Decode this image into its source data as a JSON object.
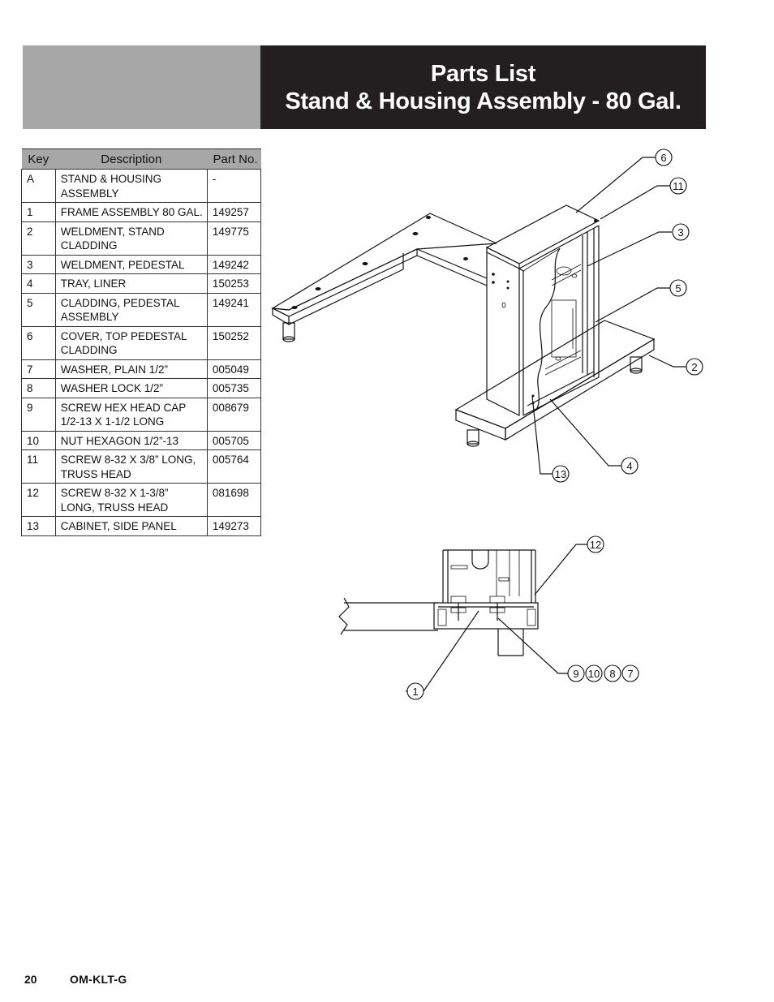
{
  "header": {
    "title_line1": "Parts List",
    "title_line2": "Stand & Housing Assembly - 80 Gal."
  },
  "table": {
    "columns": [
      "Key",
      "Description",
      "Part No."
    ],
    "rows": [
      {
        "key": "A",
        "description": "STAND & HOUSING ASSEMBLY",
        "part": "-"
      },
      {
        "key": "1",
        "description": "FRAME ASSEMBLY 80 GAL.",
        "part": "149257"
      },
      {
        "key": "2",
        "description": "WELDMENT, STAND CLADDING",
        "part": "149775"
      },
      {
        "key": "3",
        "description": "WELDMENT, PEDESTAL",
        "part": "149242"
      },
      {
        "key": "4",
        "description": "TRAY, LINER",
        "part": "150253"
      },
      {
        "key": "5",
        "description": "CLADDING, PEDESTAL ASSEMBLY",
        "part": "149241"
      },
      {
        "key": "6",
        "description": "COVER, TOP PEDESTAL CLADDING",
        "part": "150252"
      },
      {
        "key": "7",
        "description": "WASHER, PLAIN 1/2”",
        "part": "005049"
      },
      {
        "key": "8",
        "description": "WASHER LOCK 1/2”",
        "part": "005735"
      },
      {
        "key": "9",
        "description": "SCREW HEX HEAD CAP 1/2-13 X 1-1/2 LONG",
        "part": "008679"
      },
      {
        "key": "10",
        "description": "NUT HEXAGON 1/2”-13",
        "part": "005705"
      },
      {
        "key": "11",
        "description": "SCREW 8-32 X 3/8” LONG, TRUSS HEAD",
        "part": "005764"
      },
      {
        "key": "12",
        "description": "SCREW 8-32 X 1-3/8” LONG, TRUSS HEAD",
        "part": "081698"
      },
      {
        "key": "13",
        "description": "CABINET, SIDE PANEL",
        "part": "149273"
      }
    ]
  },
  "callouts": {
    "c6": "6",
    "c11": "11",
    "c3": "3",
    "c5": "5",
    "c2": "2",
    "c4": "4",
    "c13": "13",
    "c12": "12",
    "c1": "1",
    "c9": "9",
    "c10": "10",
    "c8": "8",
    "c7": "7"
  },
  "footer": {
    "page_number": "20",
    "doc_code": "OM-KLT-G"
  },
  "colors": {
    "header_gray": "#a7a7a7",
    "header_dark": "#231f20"
  }
}
